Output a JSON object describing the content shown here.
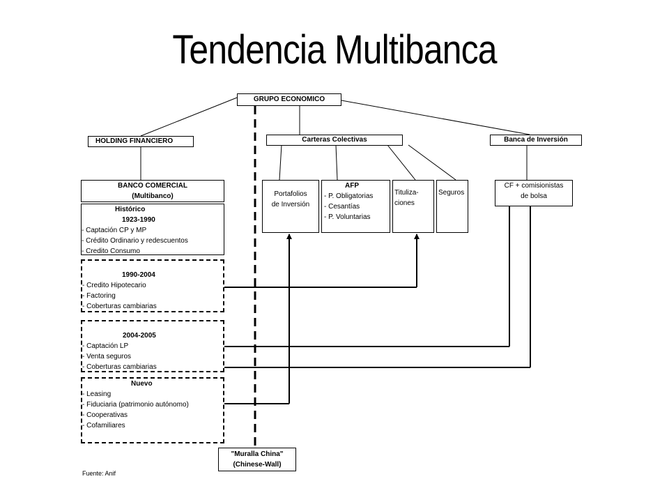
{
  "title": "Tendencia Multibanca",
  "nodes": {
    "grupo": "GRUPO ECONOMICO",
    "holding": "HOLDING FINANCIERO",
    "carteras": "Carteras Colectivas",
    "banca_inversion": "Banca de Inversión",
    "banco_comercial": [
      "BANCO COMERCIAL",
      "(Multibanco)"
    ],
    "portafolios": [
      "Portafolios",
      "de Inversión"
    ],
    "afp": {
      "title": "AFP",
      "items": [
        "- P. Obligatorias",
        "- Cesantías",
        "- P. Voluntarias"
      ]
    },
    "titularizaciones": [
      "Tituliza-",
      "ciones"
    ],
    "seguros": "Seguros",
    "cf": [
      "CF + comisionistas",
      "de bolsa"
    ]
  },
  "periods": [
    {
      "heading": "Histórico",
      "subheading": "1923-1990",
      "items": [
        "- Captación CP y MP",
        "- Crédito Ordinario y redescuentos",
        "- Credito Consumo"
      ]
    },
    {
      "heading": "",
      "subheading": "1990-2004",
      "items": [
        "- Credito Hipotecario",
        "- Factoring",
        "- Coberturas cambiarias"
      ]
    },
    {
      "heading": "",
      "subheading": "2004-2005",
      "items": [
        "-  Captación LP",
        "-  Venta seguros",
        "-  Coberturas cambiarias"
      ]
    },
    {
      "heading": "Nuevo",
      "subheading": "",
      "items": [
        "- Leasing",
        "- Fiduciaria (patrimonio   autónomo)",
        "- Cooperativas",
        "- Cofamiliares"
      ]
    }
  ],
  "muralla": [
    "\"Muralla China\"",
    "(Chinese-Wall)"
  ],
  "source": "Fuente: Anif"
}
